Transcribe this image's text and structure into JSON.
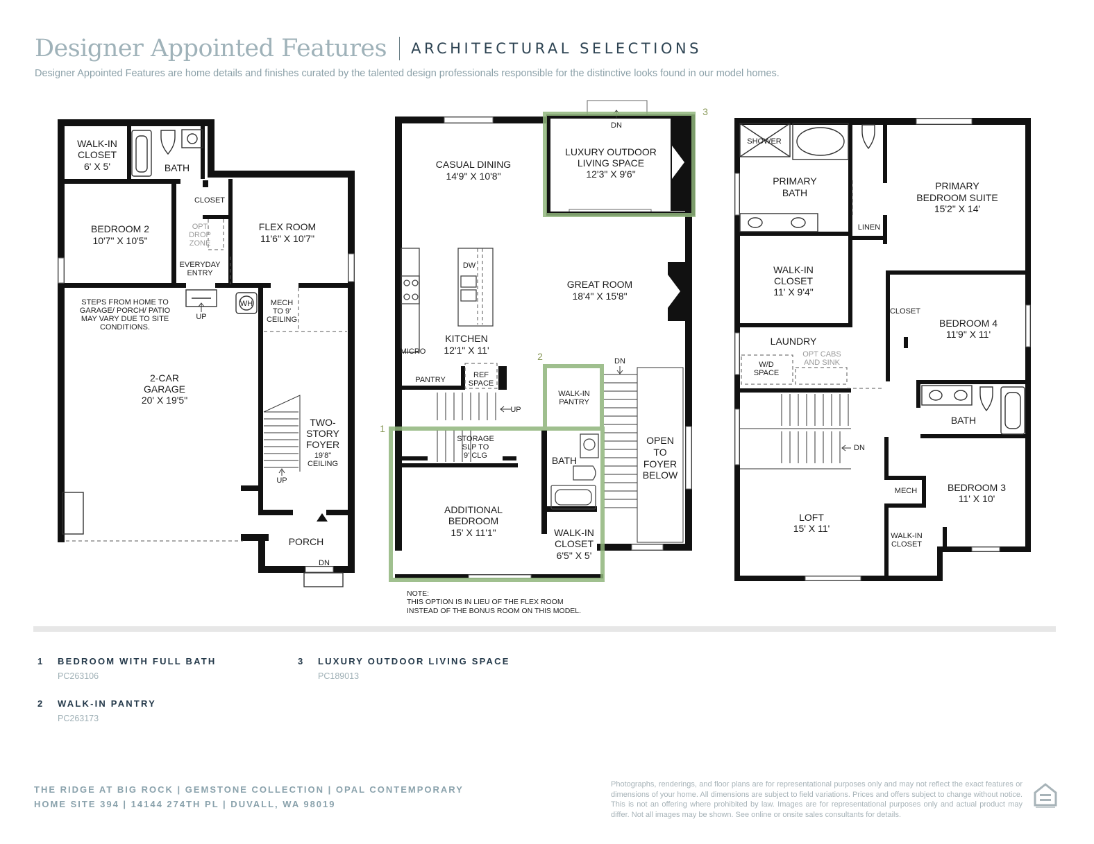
{
  "header": {
    "title": "Designer Appointed Features",
    "subtitle": "ARCHITECTURAL SELECTIONS",
    "description": "Designer Appointed Features are home details and finishes curated by the talented design professionals responsible for the distinctive looks found in our model homes."
  },
  "plan1": {
    "walkin_closet": "WALK-IN",
    "walkin_closet2": "CLOSET",
    "walkin_closet_dim": "6' X 5'",
    "bath": "BATH",
    "closet": "CLOSET",
    "bedroom2": "BEDROOM 2",
    "bedroom2_dim": "10'7\" X 10'5\"",
    "opt_drop_1": "OPT",
    "opt_drop_2": "DROP",
    "opt_drop_3": "ZONE",
    "flex_room": "FLEX ROOM",
    "flex_room_dim": "11'6\" X 10'7\"",
    "everyday_1": "EVERYDAY",
    "everyday_2": "ENTRY",
    "steps_note_1": "STEPS FROM HOME TO",
    "steps_note_2": "GARAGE/ PORCH/ PATIO",
    "steps_note_3": "MAY VARY DUE TO SITE",
    "steps_note_4": "CONDITIONS.",
    "up1": "UP",
    "wh": "WH",
    "mech_1": "MECH",
    "mech_2": "TO 9'",
    "mech_3": "CEILING",
    "garage_1": "2-CAR",
    "garage_2": "GARAGE",
    "garage_dim": "20' X 19'5\"",
    "foyer_1": "TWO-",
    "foyer_2": "STORY",
    "foyer_3": "FOYER",
    "foyer_4": "19'8\"",
    "foyer_5": "CEILING",
    "up2": "UP",
    "porch": "PORCH",
    "dn": "DN"
  },
  "plan2": {
    "dn_top": "DN",
    "marker3": "3",
    "outdoor_1": "LUXURY OUTDOOR",
    "outdoor_2": "LIVING SPACE",
    "outdoor_dim": "12'3\" X 9'6\"",
    "casual_dining": "CASUAL DINING",
    "casual_dining_dim": "14'9\" X 10'8\"",
    "dw": "DW",
    "great_room": "GREAT ROOM",
    "great_room_dim": "18'4\" X 15'8\"",
    "kitchen": "KITCHEN",
    "kitchen_dim": "12'1\" X 11'",
    "micro": "MICRO",
    "pantry": "PANTRY",
    "ref_1": "REF",
    "ref_2": "SPACE",
    "marker2": "2",
    "walkin_pantry_1": "WALK-IN",
    "walkin_pantry_2": "PANTRY",
    "dn_stair": "DN",
    "up": "UP",
    "marker1": "1",
    "storage_1": "STORAGE",
    "storage_2": "SLP TO",
    "storage_3": "9' CLG",
    "bath": "BATH",
    "open_1": "OPEN",
    "open_2": "TO",
    "open_3": "FOYER",
    "open_4": "BELOW",
    "add_bed_1": "ADDITIONAL",
    "add_bed_2": "BEDROOM",
    "add_bed_dim": "15' X 11'1\"",
    "wic_1": "WALK-IN",
    "wic_2": "CLOSET",
    "wic_dim": "6'5\" X 5'",
    "note_1": "NOTE:",
    "note_2": "THIS OPTION IS IN LIEU OF THE FLEX ROOM",
    "note_3": "INSTEAD OF THE BONUS ROOM ON THIS MODEL."
  },
  "plan3": {
    "shower": "SHOWER",
    "primary_bath_1": "PRIMARY",
    "primary_bath_2": "BATH",
    "suite_1": "PRIMARY",
    "suite_2": "BEDROOM SUITE",
    "suite_dim": "15'2\" X 14'",
    "linen": "LINEN",
    "wic_1": "WALK-IN",
    "wic_2": "CLOSET",
    "wic_dim": "11' X 9'4\"",
    "closet": "CLOSET",
    "bed4": "BEDROOM 4",
    "bed4_dim": "11'9\" X 11'",
    "laundry": "LAUNDRY",
    "optcabs_1": "OPT CABS",
    "optcabs_2": "AND SINK",
    "wd_1": "W/D",
    "wd_2": "SPACE",
    "bath": "BATH",
    "dn": "DN",
    "mech": "MECH",
    "bed3": "BEDROOM 3",
    "bed3_dim": "11' X 10'",
    "loft": "LOFT",
    "loft_dim": "15' X 11'",
    "wic2_1": "WALK-IN",
    "wic2_2": "CLOSET"
  },
  "options": [
    {
      "num": "1",
      "name": "BEDROOM WITH FULL BATH",
      "code": "PC263106"
    },
    {
      "num": "2",
      "name": "WALK-IN PANTRY",
      "code": "PC263173"
    },
    {
      "num": "3",
      "name": "LUXURY OUTDOOR LIVING SPACE",
      "code": "PC189013"
    }
  ],
  "footer": {
    "line1": "THE RIDGE AT BIG ROCK  |  GEMSTONE COLLECTION  |  OPAL CONTEMPORARY",
    "line2": "HOME SITE 394  |  14144 274TH PL  |  DUVALL, WA 98019",
    "disclaimer": "Photographs, renderings, and floor plans are for representational purposes only and may not reflect the exact features or dimensions of your home. All dimensions are subject to field variations. Prices and offers subject to change without notice. This is not an offering where prohibited by law. Images are for representational purposes only and actual product may differ. Not all images may be shown. See online or onsite sales consultants for details."
  },
  "colors": {
    "highlight": "#8fb57b",
    "wall": "#111111",
    "title": "#9fb2b9",
    "heading": "#24394a"
  }
}
